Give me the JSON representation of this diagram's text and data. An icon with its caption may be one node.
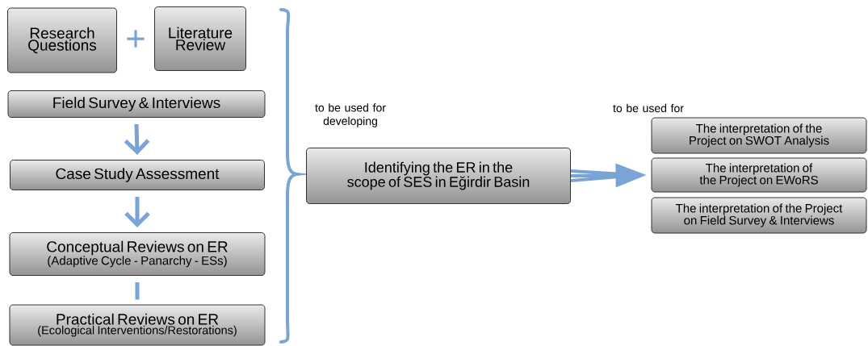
{
  "diagram": {
    "nodes": [
      {
        "text": [
          "Research Questions"
        ]
      },
      {
        "text": [
          "Literature Review"
        ]
      },
      {
        "text": [
          "Field Survey & Interviews"
        ]
      },
      {
        "text": [
          "Case Study Assessment"
        ]
      },
      {
        "text": [
          "Conceptual Reviews on ER",
          "(Adaptive Cycle - Panarchy - ESs)"
        ]
      },
      {
        "text": [
          "Practical Reviews on ER",
          "(Ecological Interventions/Restorations)"
        ]
      },
      {
        "text": [
          "Identifying the ER in the scope of SES in Eğirdir Basin"
        ]
      },
      {
        "text": [
          "The interpretation of the Project on SWOT Analysis"
        ]
      },
      {
        "text": [
          "The interpretation of the Project on EWoRS"
        ]
      },
      {
        "text": [
          "The interpretation of the Project on Field Survey & Interviews"
        ]
      }
    ],
    "edges": [
      {
        "from": 2,
        "to": 3,
        "arrow": "to"
      },
      {
        "from": 3,
        "to": 4,
        "arrow": "to"
      },
      {
        "from": 4,
        "to": 5,
        "arrow": "none"
      },
      {
        "from": 6,
        "to": 8,
        "arrow": "to"
      }
    ],
    "labels": [
      "+",
      "to be used for developing",
      "to be used for"
    ]
  }
}
